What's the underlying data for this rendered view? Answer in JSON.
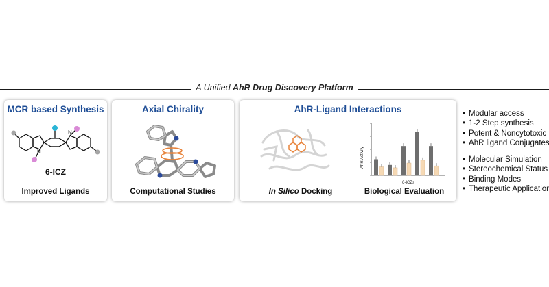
{
  "banner": {
    "title_prefix": "A Unified ",
    "title_bold": "AhR Drug Discovery Platform"
  },
  "colors": {
    "title_blue": "#1f4e96",
    "orange": "#e8833a",
    "nitrogen_blue": "#2b4a9a",
    "cyan_dot": "#2bb5d6",
    "pink_dot": "#d98ad6",
    "gray_dot": "#a5a5a5",
    "bar_gray": "#6e6e6e",
    "bar_peach": "#f6d9b4"
  },
  "panels": {
    "synthesis": {
      "title": "MCR based Synthesis",
      "compound": "6-ICZ",
      "caption": "Improved Ligands"
    },
    "chirality": {
      "title": "Axial Chirality",
      "caption": "Computational Studies"
    },
    "interactions": {
      "title": "AhR-Ligand Interactions",
      "caption_docking_italic": "In Silico",
      "caption_docking_rest": " Docking",
      "caption_bio": "Biological Evaluation"
    }
  },
  "chart_data": {
    "type": "bar",
    "ylabel": "AhR Activity",
    "xlabel": "6-ICZs",
    "series": [
      {
        "values": [
          0.34,
          0.22,
          0.62,
          0.92,
          0.62
        ]
      },
      {
        "values": [
          0.18,
          0.16,
          0.26,
          0.32,
          0.2
        ]
      }
    ],
    "ylim": [
      0,
      1.1
    ],
    "legend": false
  },
  "bullets": {
    "group1": [
      "Modular access",
      "1-2 Step synthesis",
      "Potent & Noncytotoxic",
      "AhR ligand Conjugates"
    ],
    "group2": [
      "Molecular Simulation",
      "Stereochemical Status",
      "Binding Modes",
      "Therapeutic Application"
    ]
  }
}
